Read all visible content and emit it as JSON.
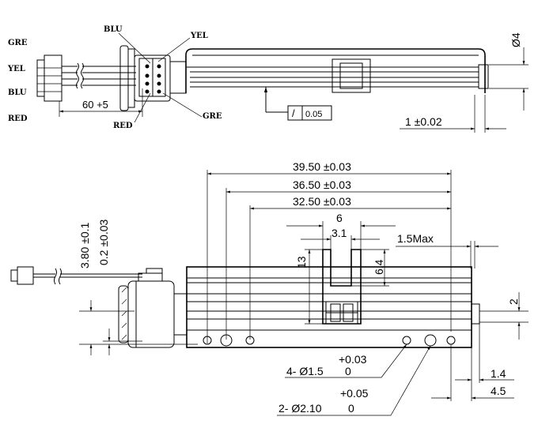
{
  "top_view": {
    "wire_labels": {
      "gre": "GRE",
      "yel_left": "YEL",
      "blu_left": "BLU",
      "red_left": "RED",
      "blu_top": "BLU",
      "yel_top": "YEL",
      "red_bottom": "RED",
      "gre_bottom": "GRE"
    },
    "cable_length": "60 +5",
    "flatness_symbol": "/",
    "flatness_value": "0.05",
    "diameter_top": "Ø4",
    "offset_dim": "1 ±0.02"
  },
  "front_view": {
    "length_overall": "39.50 ±0.03",
    "length_mid": "36.50 ±0.03",
    "length_inner": "32.50 ±0.03",
    "slider_width": "6",
    "slot_width": "3.1",
    "stroke_max": "1.5Max",
    "slider_height": "13",
    "slot_depth": "6.4",
    "height_total": "3.80 ±0.1",
    "height_offset": "0.2 ±0.03",
    "right_2": "2",
    "right_1_4": "1.4",
    "right_4_5": "4.5",
    "hole1_tol": "+0.03",
    "hole1_label": "4- Ø1.5",
    "hole1_low": "0",
    "hole2_tol": "+0.05",
    "hole2_label": "2- Ø2.10",
    "hole2_low": "0"
  }
}
